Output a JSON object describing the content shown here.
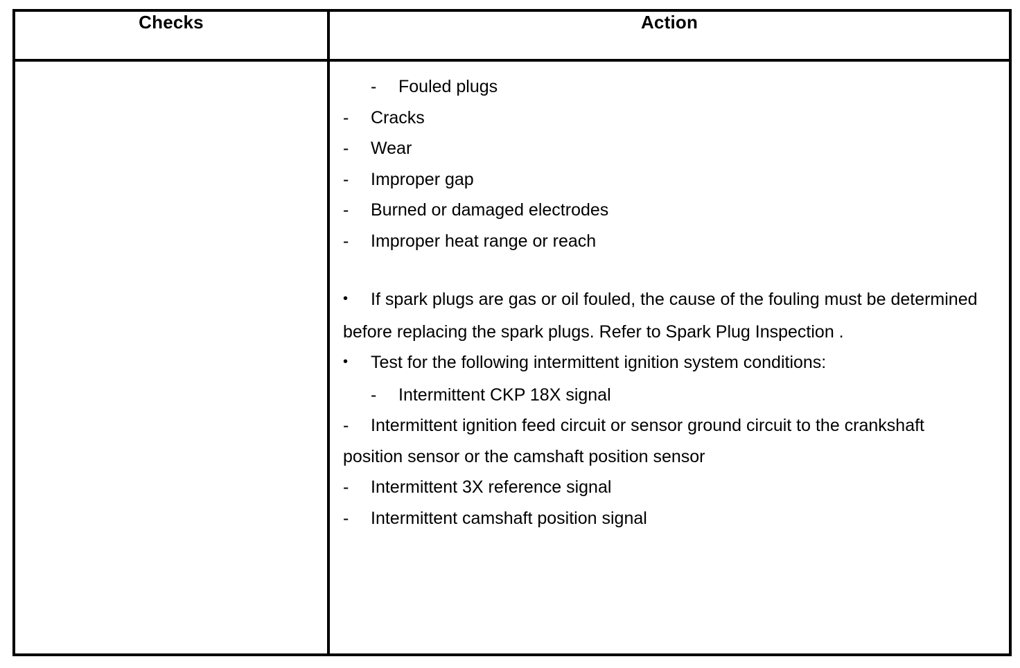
{
  "table": {
    "headers": {
      "checks": "Checks",
      "action": "Action"
    },
    "rows": [
      {
        "checks": "",
        "action": {
          "items": [
            {
              "level": 2,
              "marker": "-",
              "text": "Fouled plugs"
            },
            {
              "level": 1,
              "marker": "-",
              "text": "Cracks"
            },
            {
              "level": 1,
              "marker": "-",
              "text": "Wear"
            },
            {
              "level": 1,
              "marker": "-",
              "text": "Improper gap"
            },
            {
              "level": 1,
              "marker": "-",
              "text": "Burned or damaged electrodes"
            },
            {
              "level": 1,
              "marker": "-",
              "text": "Improper heat range or reach"
            },
            {
              "level": 0,
              "marker": "",
              "text": ""
            },
            {
              "level": 1,
              "marker": "•",
              "text": "If spark plugs are gas or oil fouled, the cause of the fouling must be determined before replacing the spark plugs. Refer to Spark Plug Inspection ."
            },
            {
              "level": 1,
              "marker": "•",
              "text": "Test for the following intermittent ignition system conditions:"
            },
            {
              "level": 2,
              "marker": "-",
              "text": "Intermittent CKP 18X signal"
            },
            {
              "level": 1,
              "marker": "-",
              "text": "Intermittent ignition feed circuit or sensor ground circuit to the crankshaft position sensor or the camshaft position sensor"
            },
            {
              "level": 1,
              "marker": "-",
              "text": "Intermittent 3X reference signal"
            },
            {
              "level": 1,
              "marker": "-",
              "text": "Intermittent camshaft position signal"
            }
          ]
        }
      }
    ]
  },
  "lines": {
    "fouled_marker": "-",
    "fouled_text": "Fouled plugs",
    "cracks_marker": "-",
    "cracks_text": "Cracks",
    "wear_marker": "-",
    "wear_text": "Wear",
    "gap_marker": "-",
    "gap_text": "Improper gap",
    "electrodes_marker": "-",
    "electrodes_text": "Burned or damaged electrodes",
    "heat_marker": "-",
    "heat_text": "Improper heat range or reach",
    "fouling_bullet": "•",
    "fouling_text": "If spark plugs are gas or oil fouled, the cause of the fouling must be determined before replacing the spark plugs. Refer to Spark Plug Inspection .",
    "test_bullet": "•",
    "test_text": "Test for the following intermittent ignition system conditions:",
    "ckp_marker": "-",
    "ckp_text": "Intermittent CKP 18X signal",
    "feed_marker": "-",
    "feed_text": "Intermittent ignition feed circuit or sensor ground circuit to the crankshaft position sensor or the camshaft position sensor",
    "ref3x_marker": "-",
    "ref3x_text": "Intermittent 3X reference signal",
    "cam_marker": "-",
    "cam_text": "Intermittent camshaft position signal"
  },
  "colors": {
    "border": "#000000",
    "text": "#000000",
    "background": "#ffffff"
  }
}
